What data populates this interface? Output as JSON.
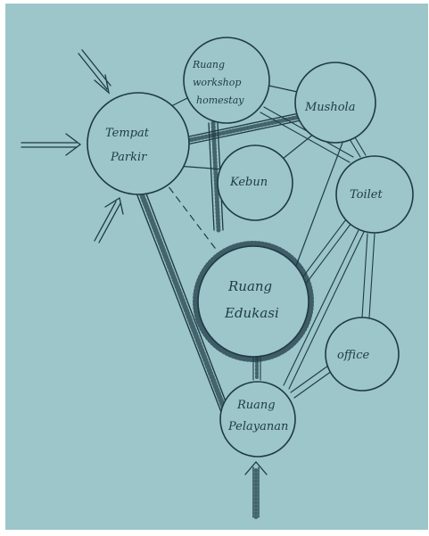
{
  "diagram": {
    "background_color": "#9cc6ca",
    "ink_color": "#1f3a44",
    "nodes": {
      "tempat_parkir": [
        "Tempat",
        "Parkir"
      ],
      "ruang_workshop": [
        "Ruang",
        "workshop",
        "homestay"
      ],
      "mushola": [
        "Mushola"
      ],
      "kebun": [
        "Kebun"
      ],
      "toilet": [
        "Toilet"
      ],
      "ruang_edukasi": [
        "Ruang",
        "Edukasi"
      ],
      "office": [
        "office"
      ],
      "ruang_pelayanan": [
        "Ruang",
        "Pelayanan"
      ]
    }
  }
}
